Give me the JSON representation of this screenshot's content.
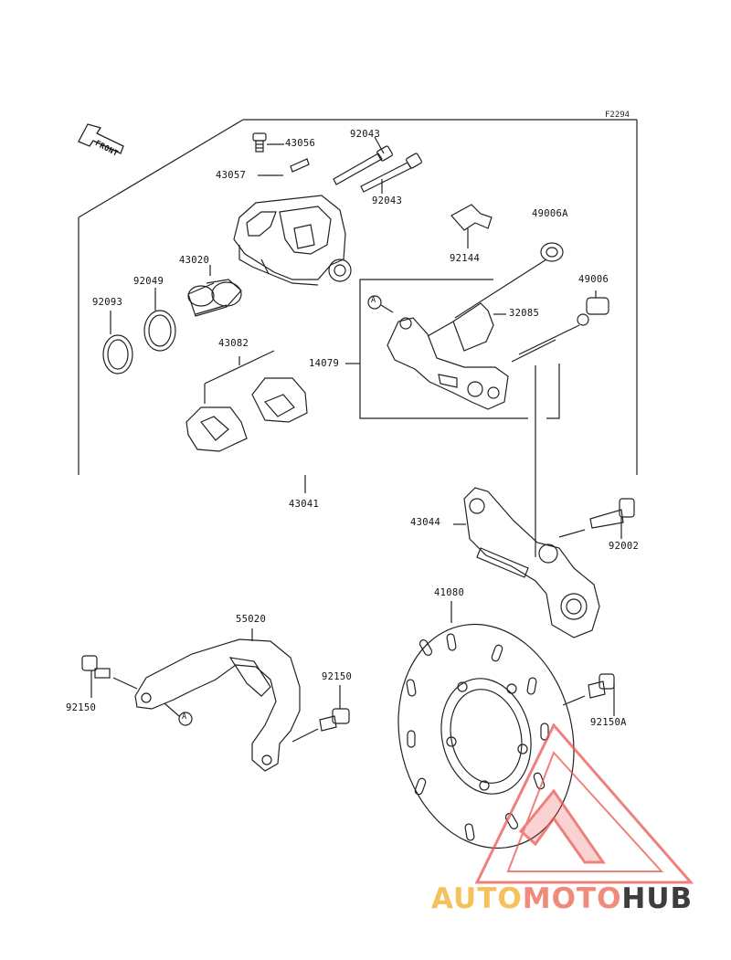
{
  "figure": {
    "code": "F2294",
    "front_label": "FRONT",
    "ref_marker": "A"
  },
  "parts": {
    "p43056": "43056",
    "p92043a": "92043",
    "p92043b": "92043",
    "p43057": "43057",
    "p49006a": "49006A",
    "p92144": "92144",
    "p43020": "43020",
    "p92049": "92049",
    "p49006": "49006",
    "p92093": "92093",
    "p32085": "32085",
    "p14079": "14079",
    "p43082": "43082",
    "p43041": "43041",
    "p43044": "43044",
    "p92002": "92002",
    "p55020": "55020",
    "p41080": "41080",
    "p92150a": "92150",
    "p92150b": "92150",
    "p92150A": "92150A"
  },
  "watermark": {
    "part1": "AUTO",
    "part2": "MOTO",
    "part3": "HUB",
    "colors": {
      "yellow": "#f6c15a",
      "salmon": "#f08a7a",
      "dark": "#3d3d3d",
      "triangle": "#e9574f"
    }
  }
}
